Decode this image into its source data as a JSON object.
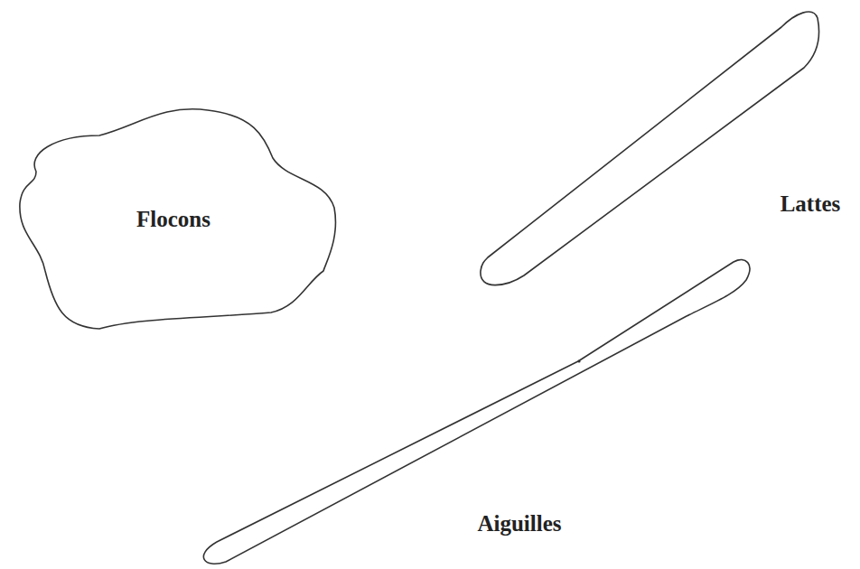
{
  "diagram": {
    "nodes": [
      {
        "text": [
          "Flocons"
        ]
      },
      {
        "text": [
          "Lattes"
        ]
      },
      {
        "text": [
          "Aiguilles"
        ]
      }
    ]
  }
}
